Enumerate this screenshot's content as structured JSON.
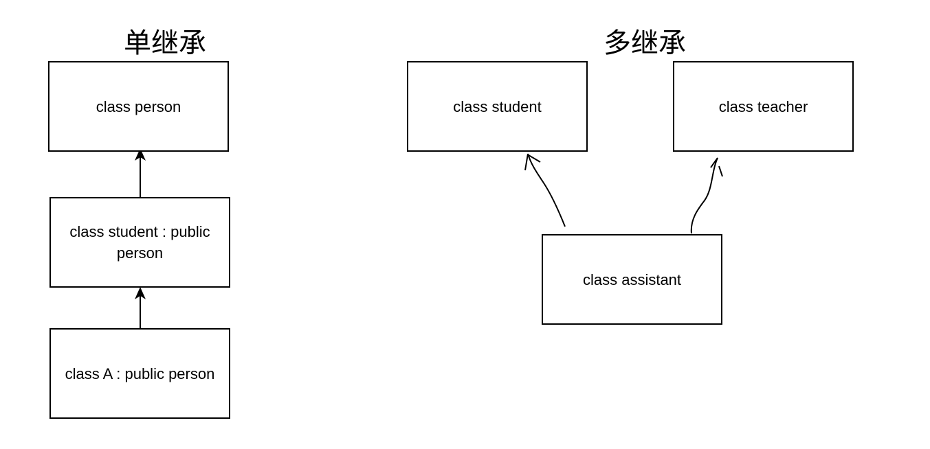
{
  "single_inheritance": {
    "title": "单继承",
    "boxes": [
      "class person",
      "class student : public person",
      "class A : public person"
    ]
  },
  "multiple_inheritance": {
    "title": "多继承",
    "boxes": [
      "class student",
      "class teacher",
      "class assistant"
    ]
  }
}
